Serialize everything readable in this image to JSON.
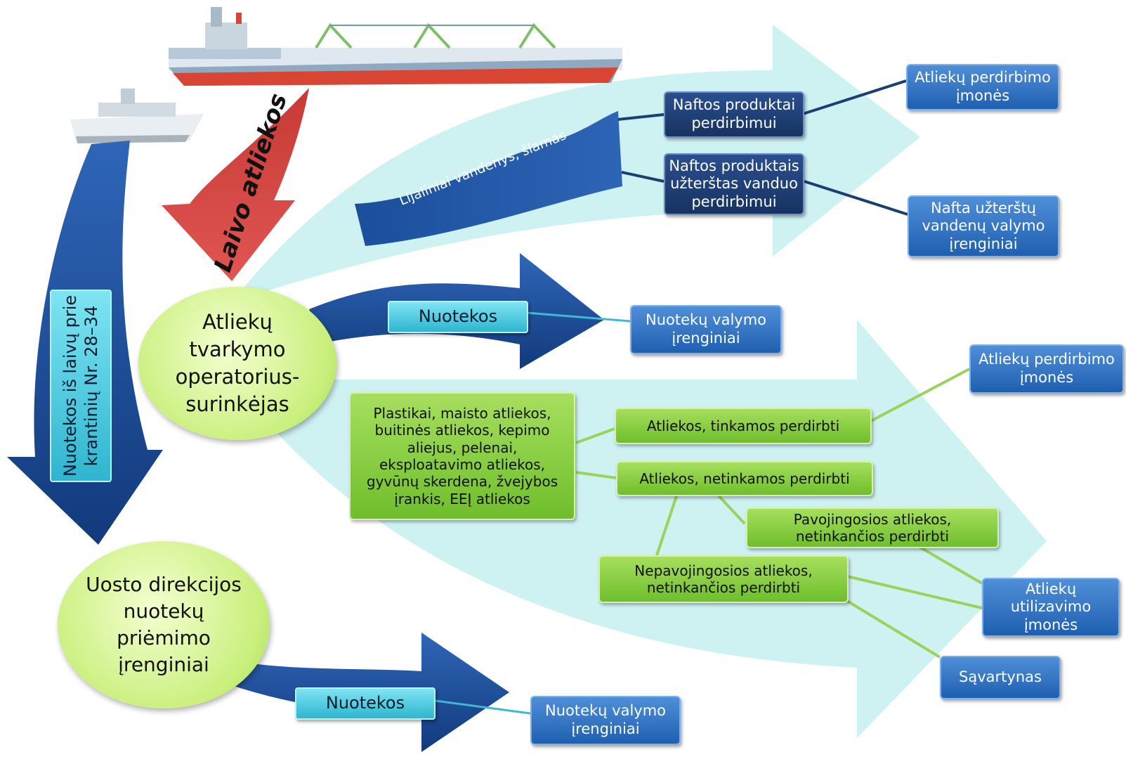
{
  "ship_waste_label": "Laivo atliekos",
  "berth_wastewater_label": "Nuotekos iš laivų prie\nkrantinių Nr. 28–34",
  "operator_node": "Atliekų\ntvarkymo\noperatorius-\nsurinkėjas",
  "port_node": "Uosto direkcijos\nnuotekų\npriėmimo\nįrenginiai",
  "bilge_label": "Lijaliniai vandenys, šlamas",
  "oil_products_recycling": "Naftos produktai\nperdirbimui",
  "oil_contaminated_water": "Naftos produktais\nužterštas vanduo\nperdirbimui",
  "recycling_companies_top": "Atliekų perdirbimo\nįmonės",
  "oil_water_treatment": "Nafta užterštų\nvandenų valymo\nįrenginiai",
  "wastewater_label_1": "Nuotekos",
  "wastewater_treatment_1": "Nuotekų valymo\nįrenginiai",
  "solid_waste_types": "Plastikai, maisto atliekos,\nbuitinės atliekos, kepimo\naliejus, pelenai,\neksploatavimo atliekos,\ngyvūnų skerdena, žvejybos\nįrankis, EEĮ atliekos",
  "recyclable_waste": "Atliekos, tinkamos perdirbti",
  "non_recyclable_waste": "Atliekos, netinkamos perdirbti",
  "recycling_companies_mid": "Atliekų perdirbimo\nįmonės",
  "hazardous_waste": "Pavojingosios atliekos,\nnetinkančios perdirbti",
  "non_hazardous_waste": "Nepavojingosios atliekos,\nnetinkančios perdirbti",
  "disposal_companies": "Atliekų\nutilizavimo\nįmonės",
  "landfill": "Sąvartynas",
  "wastewater_label_2": "Nuotekos",
  "wastewater_treatment_2": "Nuotekų valymo\nįrenginiai"
}
